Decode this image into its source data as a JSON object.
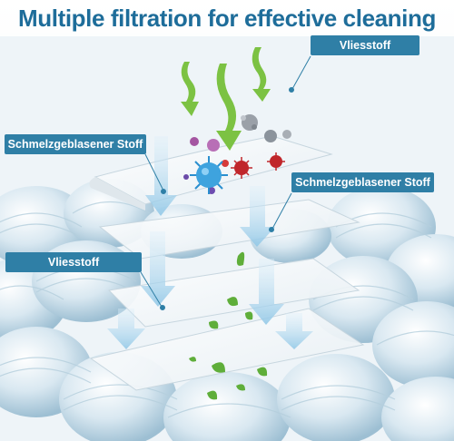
{
  "title": "Multiple filtration for effective cleaning",
  "labels": {
    "vliesstoff_top": "Vliesstoff",
    "schmelz_left": "Schmelzgeblasener Stoff",
    "schmelz_right": "Schmelzgeblasener Stoff",
    "vliesstoff_mid": "Vliesstoff"
  },
  "colors": {
    "title": "#1e6d9a",
    "label_bg": "#2f7fa6",
    "air_arrow": "#7cc243",
    "filter_arrow": "#9fd0ea",
    "fiber": "#cfe3ee"
  }
}
